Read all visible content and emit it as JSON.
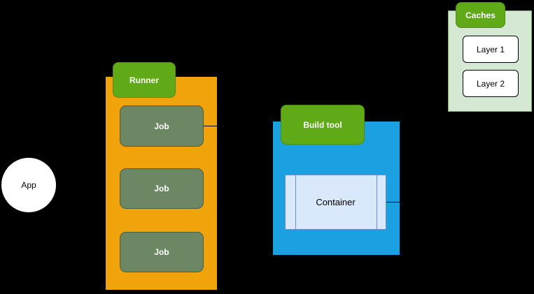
{
  "diagram": {
    "app": {
      "label": "App"
    },
    "runner": {
      "label": "Runner",
      "jobs": [
        "Job",
        "Job",
        "Job"
      ]
    },
    "build_tool": {
      "label": "Build tool",
      "container": {
        "label": "Container"
      }
    },
    "caches": {
      "label": "Caches",
      "layers": [
        {
          "label": "Layer 1"
        },
        {
          "label": "Layer 2"
        }
      ]
    },
    "colors": {
      "background": "#000000",
      "runner_panel_fill": "#f0a30a",
      "label_fill": "#60a917",
      "job_fill": "#6d8764",
      "job_stroke": "#4a5d43",
      "build_panel_fill": "#1ba1e2",
      "container_fill": "#dae8fc",
      "container_stroke": "#6c8ebf",
      "caches_panel_fill": "#d5e8d4",
      "caches_panel_stroke": "#82b366",
      "layer_fill": "#ffffff",
      "app_fill": "#ffffff",
      "connector": "#000000"
    }
  }
}
